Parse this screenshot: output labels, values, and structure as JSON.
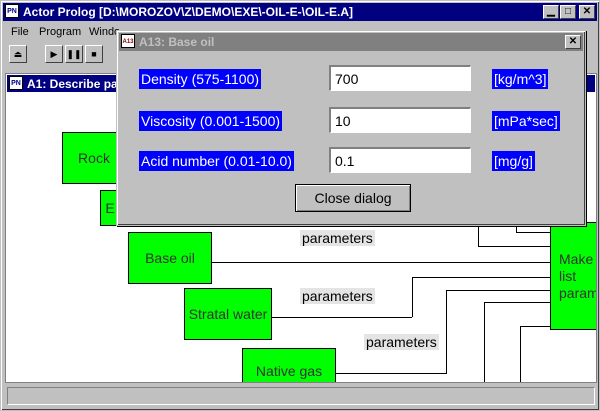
{
  "app": {
    "icon_text": "PN",
    "title": "Actor Prolog [D:\\MOROZOV\\Z\\DEMO\\EXE\\-OIL-E-\\OIL-E.A]"
  },
  "menu": [
    {
      "label": "File"
    },
    {
      "label": "Program"
    },
    {
      "label": "Windo"
    }
  ],
  "toolbar": {
    "eject": "⏏",
    "play": "▶",
    "pause": "❚❚",
    "stop": "■"
  },
  "child": {
    "title": "A1: Describe pa"
  },
  "diagram": {
    "nodes": [
      {
        "label": "Rock"
      },
      {
        "label": "E"
      },
      {
        "label": "Base oil"
      },
      {
        "label": "Stratal water"
      },
      {
        "label": "Native gas"
      },
      {
        "label": "Make list param"
      }
    ],
    "param_label": "parameters"
  },
  "dialog": {
    "icon_text": "A13",
    "title": "A13: Base oil",
    "fields": [
      {
        "label": "Density (575-1100)",
        "value": "700",
        "unit": "[kg/m^3]"
      },
      {
        "label": "Viscosity (0.001-1500)",
        "value": "10",
        "unit": "[mPa*sec]"
      },
      {
        "label": "Acid number (0.01-10.0)",
        "value": "0.1",
        "unit": "[mg/g]"
      }
    ],
    "close_label": "Close dialog"
  }
}
